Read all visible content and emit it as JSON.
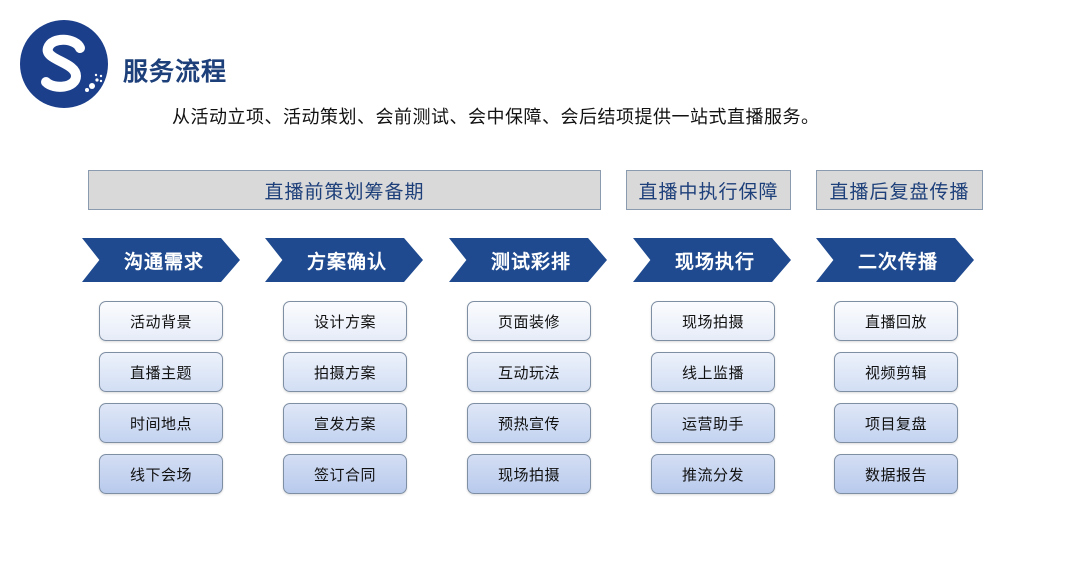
{
  "header": {
    "title": "服务流程",
    "subtitle": "从活动立项、活动策划、会前测试、会中保障、会后结项提供一站式直播服务。",
    "logo_icon": "s-circle-logo-icon",
    "brand_color": "#1d3f7a"
  },
  "phases": [
    {
      "label": "直播前策划筹备期"
    },
    {
      "label": "直播中执行保障"
    },
    {
      "label": "直播后复盘传播"
    }
  ],
  "steps": [
    {
      "label": "沟通需求",
      "items": [
        "活动背景",
        "直播主题",
        "时间地点",
        "线下会场"
      ]
    },
    {
      "label": "方案确认",
      "items": [
        "设计方案",
        "拍摄方案",
        "宣发方案",
        "签订合同"
      ]
    },
    {
      "label": "测试彩排",
      "items": [
        "页面装修",
        "互动玩法",
        "预热宣传",
        "现场拍摄"
      ]
    },
    {
      "label": "现场执行",
      "items": [
        "现场拍摄",
        "线上监播",
        "运营助手",
        "推流分发"
      ]
    },
    {
      "label": "二次传播",
      "items": [
        "直播回放",
        "视频剪辑",
        "项目复盘",
        "数据报告"
      ]
    }
  ],
  "colors": {
    "arrow_fill": "#1f4a8f",
    "phase_fill": "#d9d9d9",
    "phase_text": "#1d3f7a"
  }
}
